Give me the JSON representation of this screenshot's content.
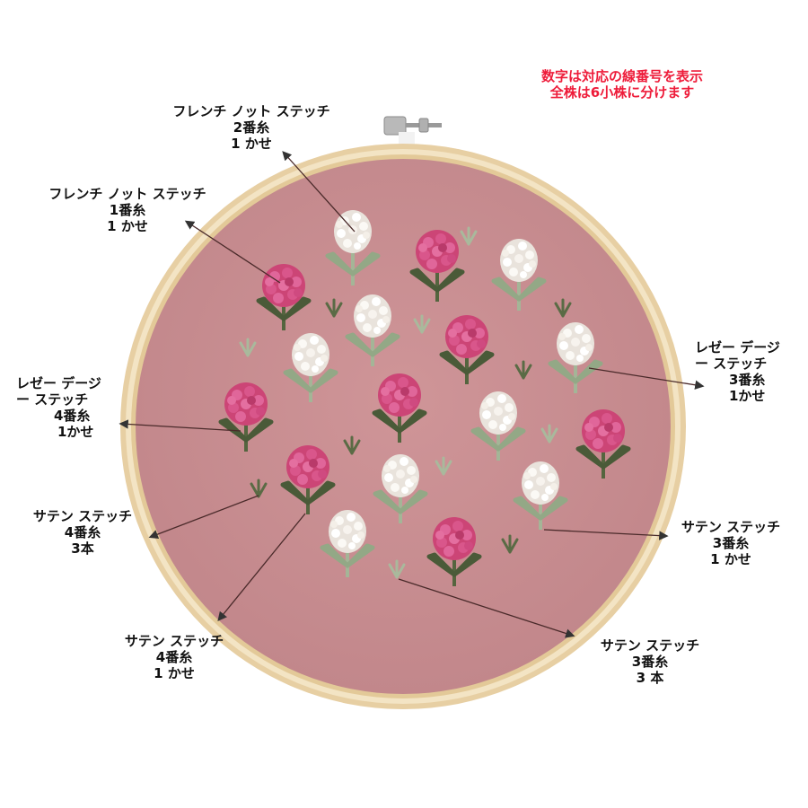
{
  "notice": {
    "line1": "数字は対応の線番号を表示",
    "line2": "全株は6小株に分けます",
    "color": "#ee1c3a"
  },
  "colors": {
    "fabric": "#c98d90",
    "hoop_outer": "#e9d3a8",
    "hoop_inner": "#f4e6c6",
    "flower_pink": "#d34a7c",
    "flower_white": "#f4f0ea",
    "leaf_dark": "#5a6b45",
    "leaf_light": "#9fb392",
    "leader_line": "#4a2a2a"
  },
  "labels": [
    {
      "id": "french-knot-2",
      "stitch": "フレンチ ノット ステッチ",
      "thread": "2番糸",
      "strands": "1 かせ"
    },
    {
      "id": "french-knot-1",
      "stitch": "フレンチ ノット ステッチ",
      "thread": "1番糸",
      "strands": "1 かせ"
    },
    {
      "id": "lazy-daisy-4",
      "stitch_line1": "レゼー デージ",
      "stitch_line2": "ー ステッチ",
      "thread": "4番糸",
      "strands": "1かせ"
    },
    {
      "id": "lazy-daisy-3",
      "stitch_line1": "レゼー デージ",
      "stitch_line2": "ー ステッチ",
      "thread": "3番糸",
      "strands": "1かせ"
    },
    {
      "id": "satin-4-3hon",
      "stitch": "サテン ステッチ",
      "thread": "4番糸",
      "strands": "3本"
    },
    {
      "id": "satin-3-1kase",
      "stitch": "サテン ステッチ",
      "thread": "3番糸",
      "strands": "1 かせ"
    },
    {
      "id": "satin-4-1kase",
      "stitch": "サテン ステッチ",
      "thread": "4番糸",
      "strands": "1 かせ"
    },
    {
      "id": "satin-3-3hon",
      "stitch": "サテン ステッチ",
      "thread": "3番糸",
      "strands": "3 本"
    }
  ]
}
